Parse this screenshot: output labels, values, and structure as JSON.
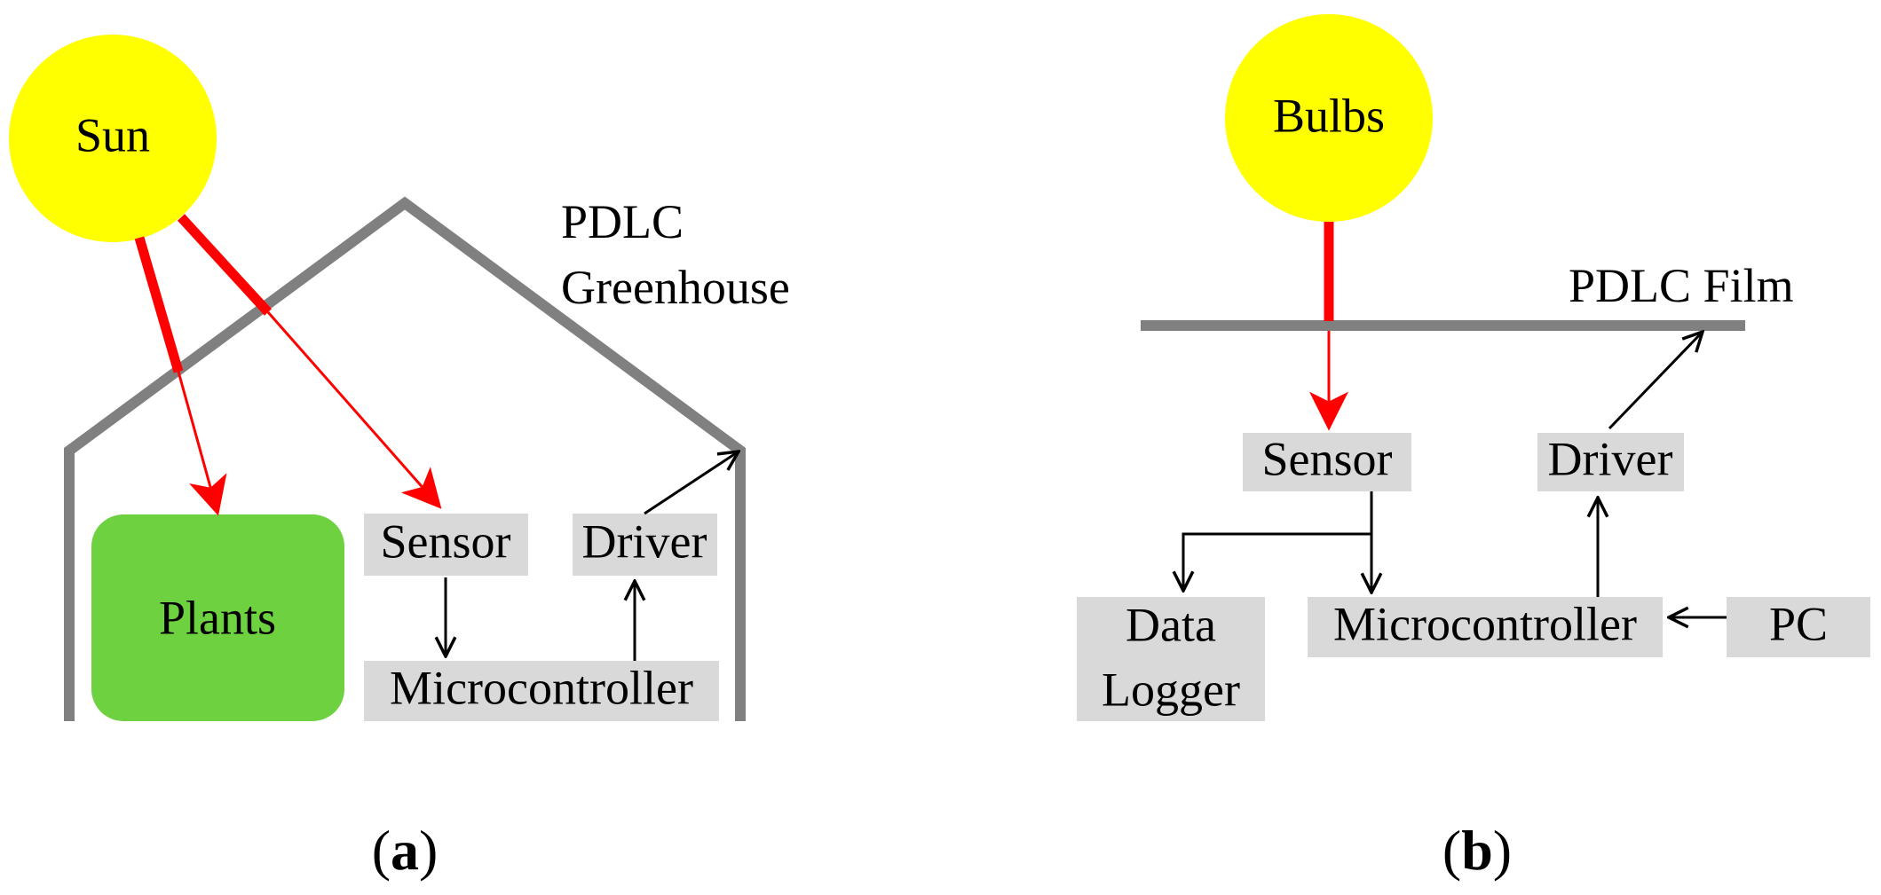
{
  "panel_a": {
    "sun_label": "Sun",
    "greenhouse_label_line1": "PDLC",
    "greenhouse_label_line2": "Greenhouse",
    "plants_label": "Plants",
    "sensor_label": "Sensor",
    "driver_label": "Driver",
    "microcontroller_label": "Microcontroller",
    "caption_open": "(",
    "caption_letter": "a",
    "caption_close": ")"
  },
  "panel_b": {
    "bulbs_label": "Bulbs",
    "film_label": "PDLC Film",
    "sensor_label": "Sensor",
    "driver_label": "Driver",
    "data_logger_line1": "Data",
    "data_logger_line2": "Logger",
    "microcontroller_label": "Microcontroller",
    "pc_label": "PC",
    "caption_open": "(",
    "caption_letter": "b",
    "caption_close": ")"
  },
  "colors": {
    "light_source": "#ffff00",
    "light_ray": "#ff0000",
    "structure": "#808080",
    "plants": "#6dd140",
    "component_box": "#d9d9d9",
    "arrow": "#000000"
  }
}
